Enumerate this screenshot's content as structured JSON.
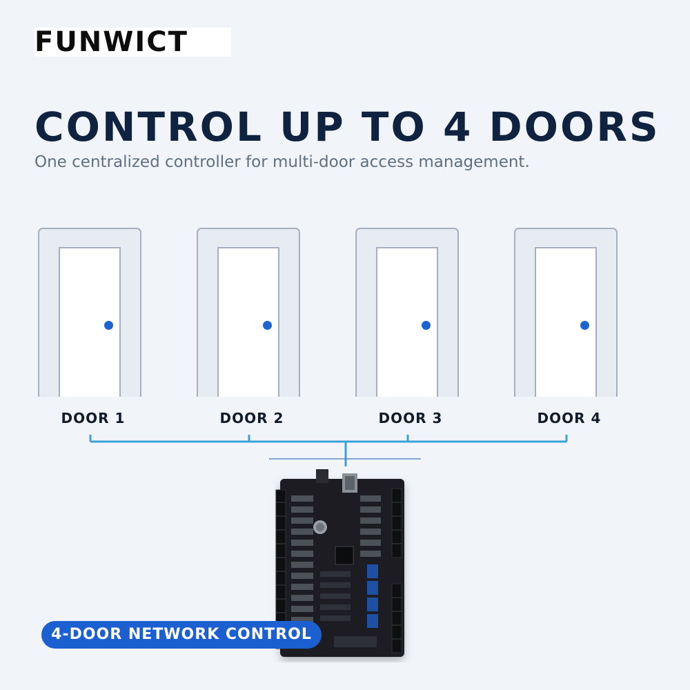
{
  "brand": {
    "name": "FUNWICT"
  },
  "headline": {
    "title": "CONTROL UP TO 4 DOORS",
    "subtitle": "One centralized controller for multi-door access management."
  },
  "doors": [
    {
      "label": "DOOR 1"
    },
    {
      "label": "DOOR 2"
    },
    {
      "label": "DOOR 3"
    },
    {
      "label": "DOOR 4"
    }
  ],
  "controller": {
    "badge": "4-DOOR NETWORK CONTROL"
  },
  "colors": {
    "background": "#f1f5fa",
    "headline": "#0f2240",
    "accent_blue": "#1c5fd0",
    "wire": "#3aa2d9",
    "board": "#1b1d21"
  }
}
